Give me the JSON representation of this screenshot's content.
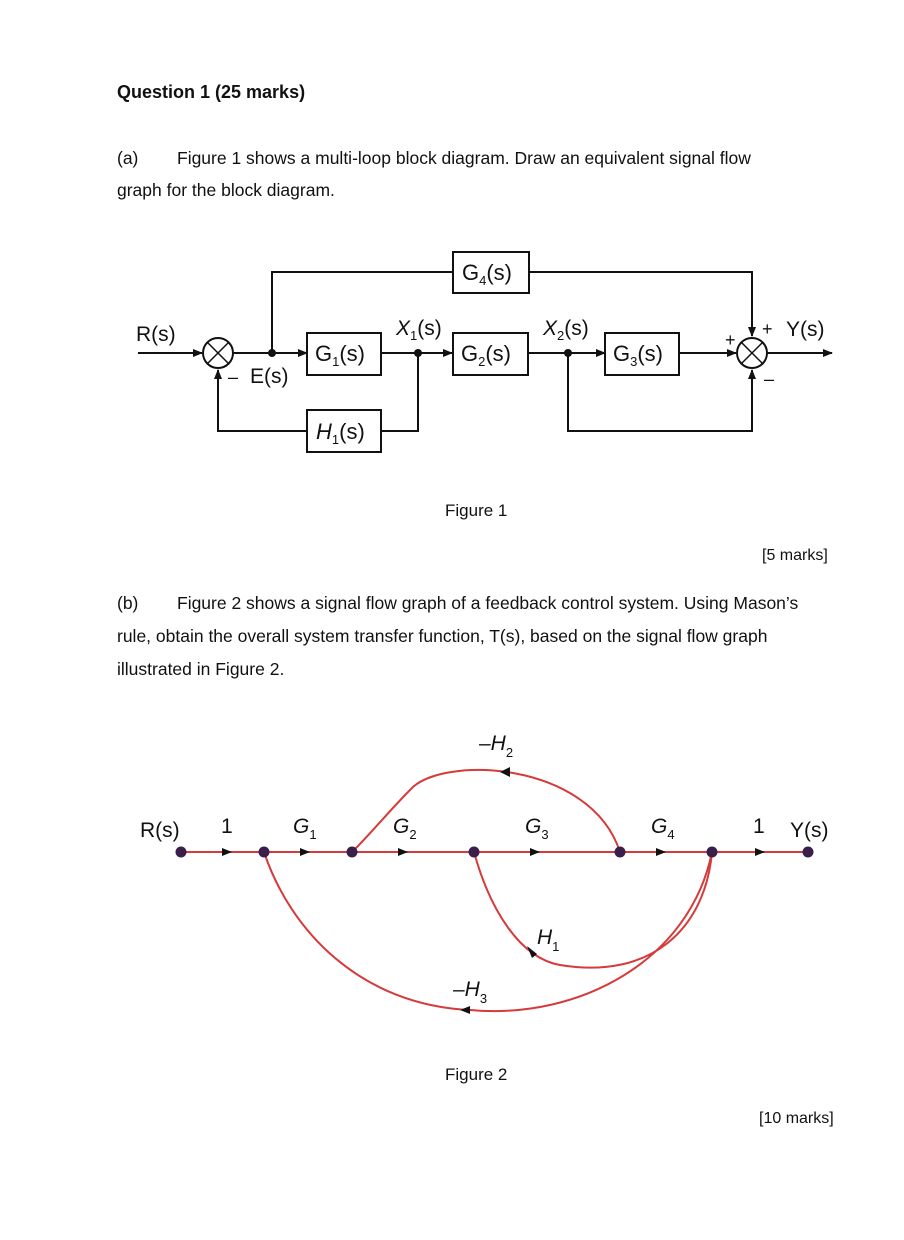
{
  "question": {
    "title": "Question 1 (25 marks)"
  },
  "part_a": {
    "label": "(a)",
    "text_line1": "Figure 1 shows a multi-loop block diagram. Draw an equivalent signal flow",
    "text_line2": "graph for the block diagram.",
    "marks": "[5 marks]"
  },
  "figure1": {
    "caption": "Figure 1",
    "input": "R(s)",
    "output": "Y(s)",
    "error": "E(s)",
    "blocks": {
      "g1": {
        "name": "G",
        "sub": "1",
        "arg": "(s)"
      },
      "g2": {
        "name": "G",
        "sub": "2",
        "arg": "(s)"
      },
      "g3": {
        "name": "G",
        "sub": "3",
        "arg": "(s)"
      },
      "g4": {
        "name": "G",
        "sub": "4",
        "arg": "(s)"
      },
      "h1": {
        "name": "H",
        "sub": "1",
        "arg": "(s)"
      }
    },
    "signals": {
      "x1": {
        "name": "X",
        "sub": "1",
        "arg": "(s)"
      },
      "x2": {
        "name": "X",
        "sub": "2",
        "arg": "(s)"
      }
    },
    "sum1_signs": {
      "feedback": "–"
    },
    "sum2_signs": {
      "left": "+",
      "top": "+",
      "bottom": "–"
    }
  },
  "part_b": {
    "label": "(b)",
    "text_line1": "Figure 2 shows a signal flow graph of a feedback control system. Using Mason’s",
    "text_line2": "rule, obtain the overall system transfer function, T(s), based on the signal flow graph",
    "text_line3": "illustrated in Figure 2.",
    "marks": "[10 marks]"
  },
  "figure2": {
    "caption": "Figure 2",
    "input": "R(s)",
    "output": "Y(s)",
    "forward_gains": [
      {
        "name": "1",
        "sub": ""
      },
      {
        "name": "G",
        "sub": "1"
      },
      {
        "name": "G",
        "sub": "2"
      },
      {
        "name": "G",
        "sub": "3"
      },
      {
        "name": "G",
        "sub": "4"
      },
      {
        "name": "1",
        "sub": ""
      }
    ],
    "feedback_gains": {
      "h2": {
        "name": "–H",
        "sub": "2"
      },
      "h1": {
        "name": "H",
        "sub": "1"
      },
      "h3": {
        "name": "–H",
        "sub": "3"
      }
    },
    "colors": {
      "branch": "#d63a3a",
      "node": "#3a1f4a"
    }
  }
}
